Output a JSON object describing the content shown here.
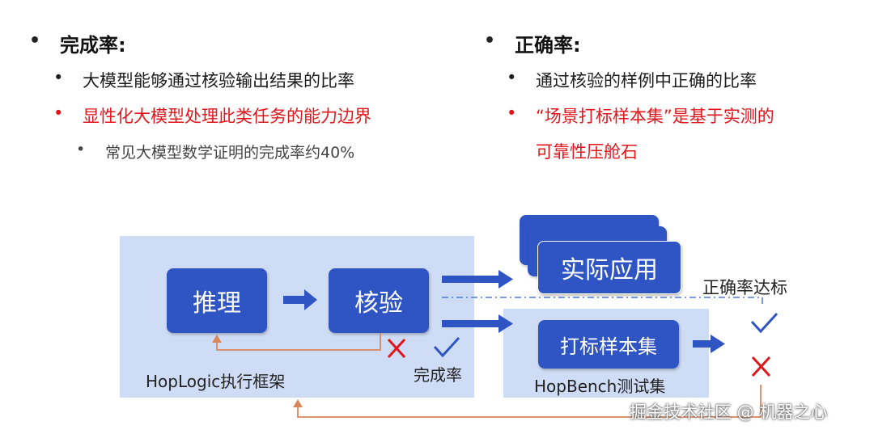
{
  "left_col": {
    "heading": "完成率:",
    "items": [
      "大模型能够通过核验输出结果的比率",
      "显性化大模型处理此类任务的能力边界"
    ],
    "sub_item": "常见大模型数学证明的完成率约40%"
  },
  "right_col": {
    "heading": "正确率:",
    "items": [
      "通过核验的样例中正确的比率",
      "“场景打标样本集”是基于实测的"
    ],
    "item2_cont": "可靠性压舱石"
  },
  "diagram": {
    "reasoning": "推理",
    "verification": "核验",
    "framework_label": "HopLogic执行框架",
    "real_app": "实际应用",
    "labeled_set": "打标样本集",
    "bench_label": "HopBench测试集",
    "completion_label": "完成率",
    "accuracy_label": "正确率达标"
  },
  "colors": {
    "accent_blue": "#2f55c4",
    "panel_blue": "#cfdcf5",
    "red_text": "#e0161b",
    "feedback_orange": "#d9865a"
  },
  "watermark": "掘金技术社区 @ 机器之心"
}
